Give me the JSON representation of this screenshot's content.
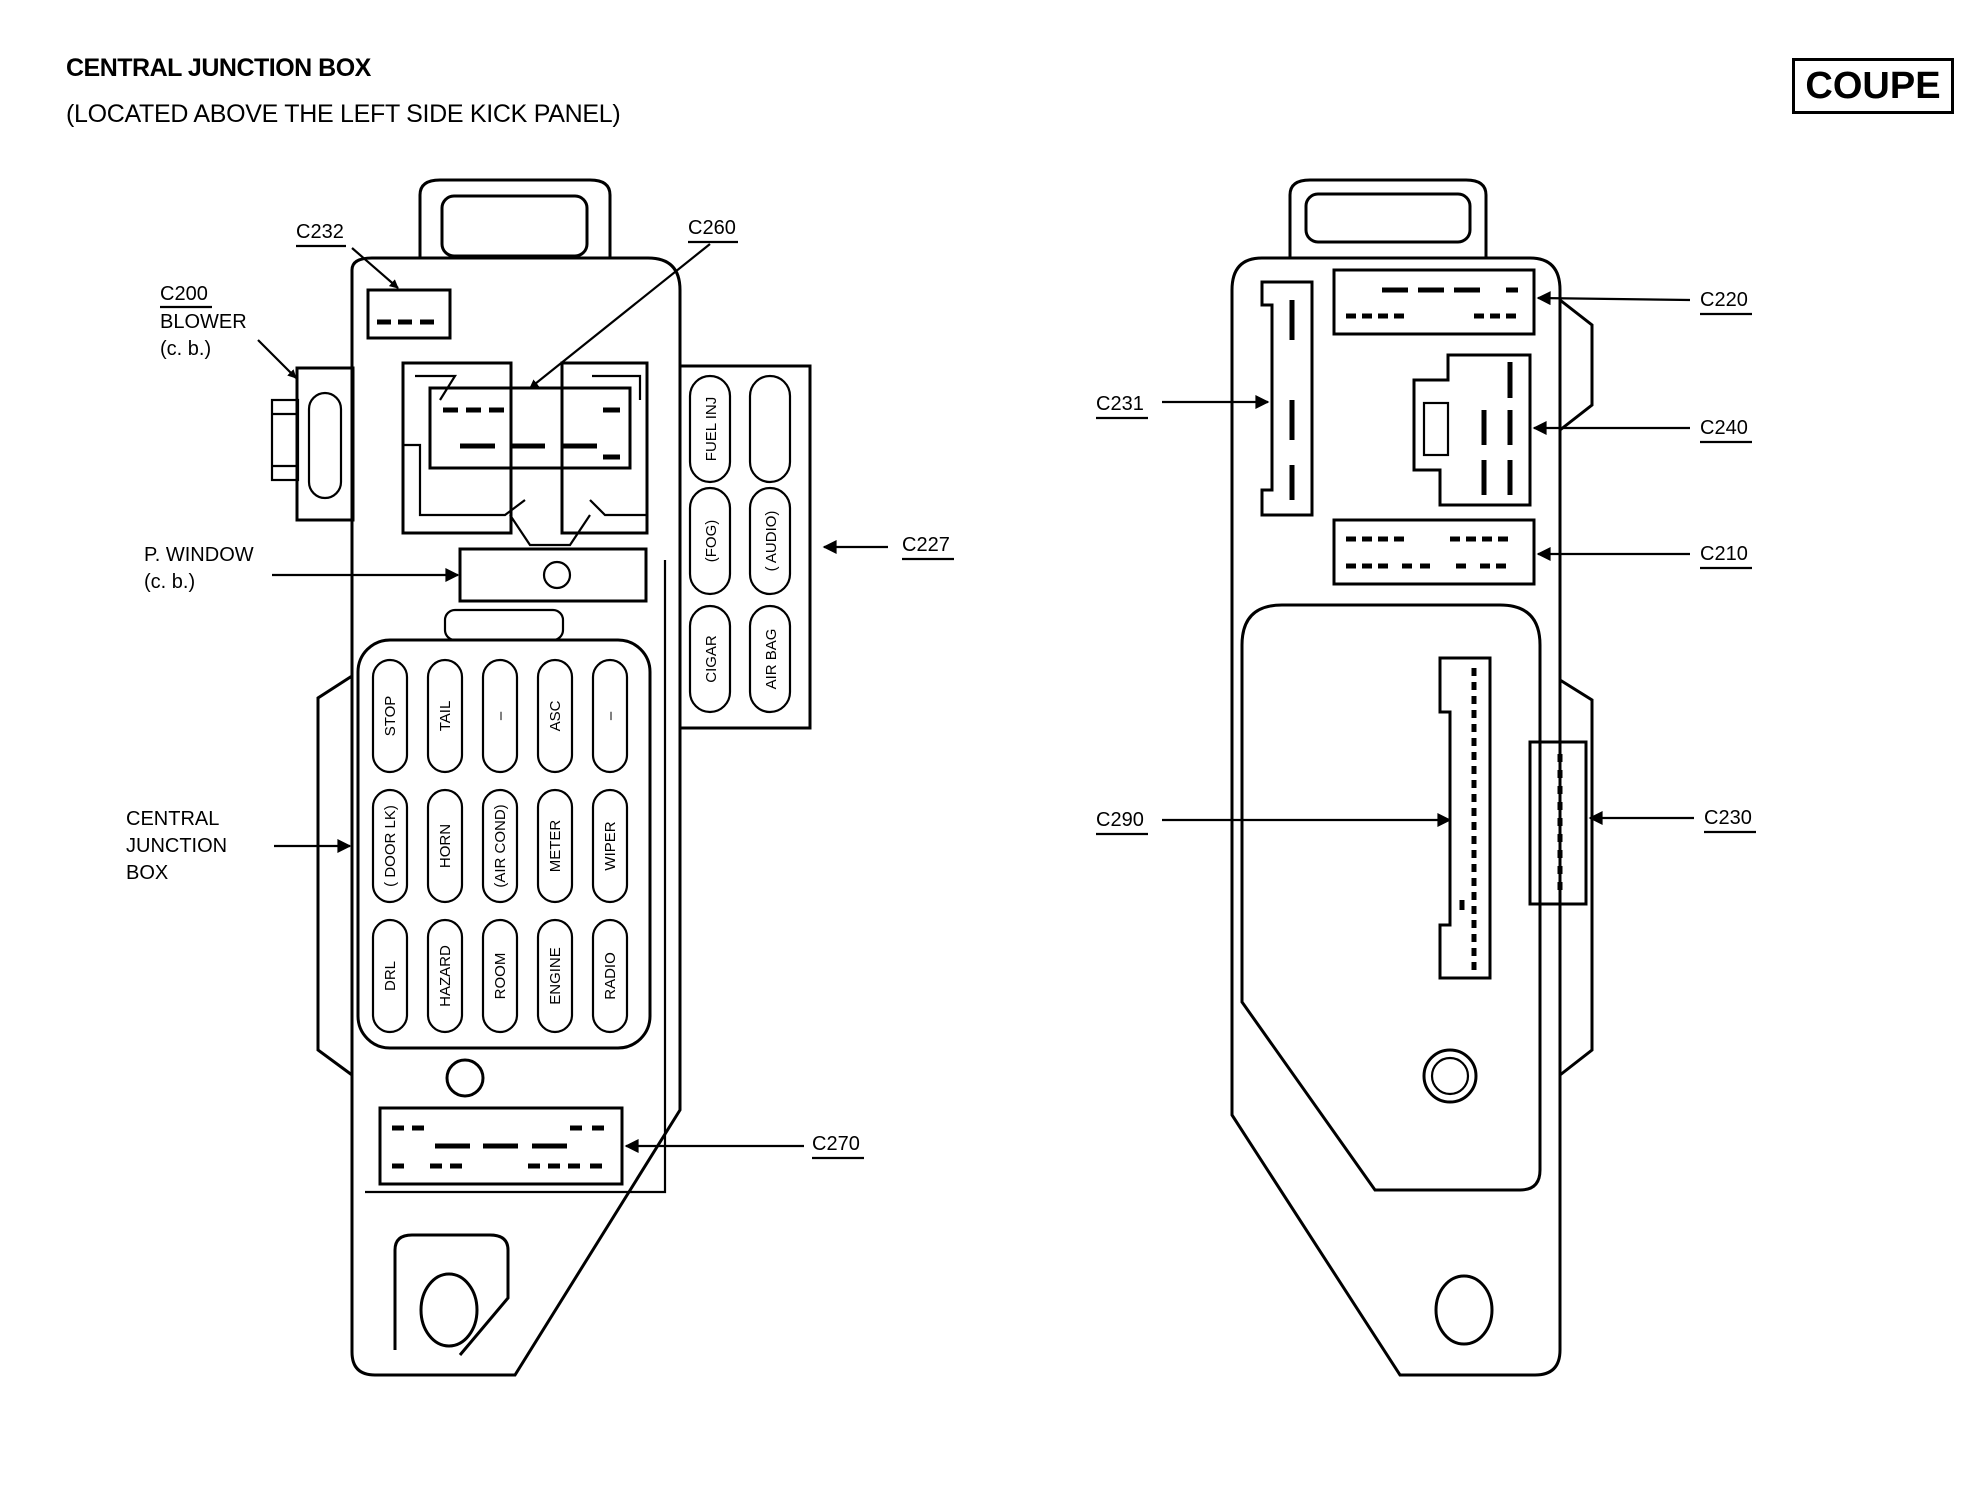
{
  "header": {
    "title": "CENTRAL JUNCTION BOX",
    "subtitle": "(LOCATED ABOVE THE LEFT SIDE KICK PANEL)",
    "badge": "COUPE"
  },
  "front_view": {
    "labels": {
      "c232": "C232",
      "c260": "C260",
      "c200_line1": "C200",
      "c200_line2": "BLOWER",
      "c200_line3": "(c. b.)",
      "pwindow_line1": "P. WINDOW",
      "pwindow_line2": "(c. b.)",
      "c227": "C227",
      "cjb_line1": "CENTRAL",
      "cjb_line2": "JUNCTION",
      "cjb_line3": "BOX",
      "c270": "C270"
    },
    "side_fuses": [
      "FUEL INJ",
      "",
      "(FOG)",
      "( AUDIO)",
      "CIGAR",
      "AIR BAG"
    ],
    "fuses_row1": [
      "STOP",
      "TAIL",
      "–",
      "ASC",
      "–"
    ],
    "fuses_row2": [
      "( DOOR LK)",
      "HORN",
      "(AIR COND)",
      "METER",
      "WIPER"
    ],
    "fuses_row3": [
      "DRL",
      "HAZARD",
      "ROOM",
      "ENGINE",
      "RADIO"
    ]
  },
  "rear_view": {
    "labels": {
      "c220": "C220",
      "c231": "C231",
      "c240": "C240",
      "c210": "C210",
      "c290": "C290",
      "c230": "C230"
    }
  }
}
